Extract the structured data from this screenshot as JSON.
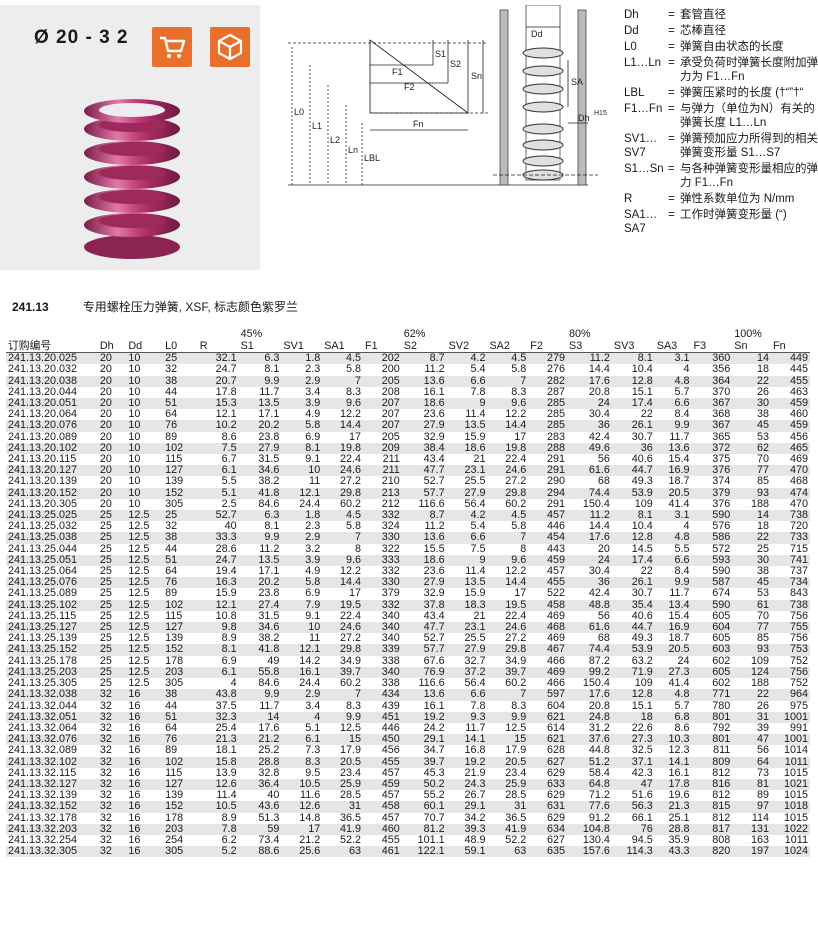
{
  "product": {
    "diameter_label": "Ø 20 - 3 2",
    "cart_icon": "shopping-cart-icon",
    "cube_icon": "cube-3d-icon",
    "spring_color": "#b8326e"
  },
  "drawing_labels": {
    "Dd": "Dd",
    "Dh": "Dh",
    "H15": "H15",
    "F1": "F1",
    "F2": "F2",
    "Fn": "Fn",
    "S1": "S1",
    "S2": "S2",
    "Sn": "Sn",
    "SA": "SA",
    "L0": "L0",
    "L1": "L1",
    "L2": "L2",
    "Ln": "Ln",
    "LBL": "LBL"
  },
  "legend": [
    {
      "sym": "Dh",
      "text": "套管直径"
    },
    {
      "sym": "Dd",
      "text": "芯棒直径"
    },
    {
      "sym": "L0",
      "text": "弹簧自由状态的长度"
    },
    {
      "sym": "L1…Ln",
      "text": "承受负荷时弹簧长度附加弹力为 F1…Fn"
    },
    {
      "sym": "LBL",
      "text": "弹簧压紧时的长度 (†“”†“"
    },
    {
      "sym": "F1…Fn",
      "text": "与弹力（单位为N）有关的弹簧长度 L1…Ln"
    },
    {
      "sym": "SV1…SV7",
      "text": "弹簧预加应力所得到的相关弹簧变形量 S1…S7"
    },
    {
      "sym": "S1…Sn",
      "text": "与各种弹簧变形量相应的弹力 F1…Fn"
    },
    {
      "sym": "R",
      "text": "弹性系数单位为 N/mm"
    },
    {
      "sym": "SA1…SA7",
      "text": "工作时弹簧变形量 (“)"
    }
  ],
  "caption": {
    "number": "241.13",
    "text": "专用螺栓压力弹簧, XSF, 标志颜色紫罗兰"
  },
  "table": {
    "percent_labels": [
      "45%",
      "62%",
      "80%",
      "100%"
    ],
    "headers": [
      "订购编号",
      "Dh",
      "Dd",
      "L0",
      "R",
      "S1",
      "SV1",
      "SA1",
      "F1",
      "S2",
      "SV2",
      "SA2",
      "F2",
      "S3",
      "SV3",
      "SA3",
      "F3",
      "Sn",
      "Fn"
    ],
    "rows": [
      [
        "241.13.20.025",
        "20",
        "10",
        "25",
        "32.1",
        "6.3",
        "1.8",
        "4.5",
        "202",
        "8.7",
        "4.2",
        "4.5",
        "279",
        "11.2",
        "8.1",
        "3.1",
        "360",
        "14",
        "449"
      ],
      [
        "241.13.20.032",
        "20",
        "10",
        "32",
        "24.7",
        "8.1",
        "2.3",
        "5.8",
        "200",
        "11.2",
        "5.4",
        "5.8",
        "276",
        "14.4",
        "10.4",
        "4",
        "356",
        "18",
        "445"
      ],
      [
        "241.13.20.038",
        "20",
        "10",
        "38",
        "20.7",
        "9.9",
        "2.9",
        "7",
        "205",
        "13.6",
        "6.6",
        "7",
        "282",
        "17.6",
        "12.8",
        "4.8",
        "364",
        "22",
        "455"
      ],
      [
        "241.13.20.044",
        "20",
        "10",
        "44",
        "17.8",
        "11.7",
        "3.4",
        "8.3",
        "208",
        "16.1",
        "7.8",
        "8.3",
        "287",
        "20.8",
        "15.1",
        "5.7",
        "370",
        "26",
        "463"
      ],
      [
        "241.13.20.051",
        "20",
        "10",
        "51",
        "15.3",
        "13.5",
        "3.9",
        "9.6",
        "207",
        "18.6",
        "9",
        "9.6",
        "285",
        "24",
        "17.4",
        "6.6",
        "367",
        "30",
        "459"
      ],
      [
        "241.13.20.064",
        "20",
        "10",
        "64",
        "12.1",
        "17.1",
        "4.9",
        "12.2",
        "207",
        "23.6",
        "11.4",
        "12.2",
        "285",
        "30.4",
        "22",
        "8.4",
        "368",
        "38",
        "460"
      ],
      [
        "241.13.20.076",
        "20",
        "10",
        "76",
        "10.2",
        "20.2",
        "5.8",
        "14.4",
        "207",
        "27.9",
        "13.5",
        "14.4",
        "285",
        "36",
        "26.1",
        "9.9",
        "367",
        "45",
        "459"
      ],
      [
        "241.13.20.089",
        "20",
        "10",
        "89",
        "8.6",
        "23.8",
        "6.9",
        "17",
        "205",
        "32.9",
        "15.9",
        "17",
        "283",
        "42.4",
        "30.7",
        "11.7",
        "365",
        "53",
        "456"
      ],
      [
        "241.13.20.102",
        "20",
        "10",
        "102",
        "7.5",
        "27.9",
        "8.1",
        "19.8",
        "209",
        "38.4",
        "18.6",
        "19.8",
        "288",
        "49.6",
        "36",
        "13.6",
        "372",
        "62",
        "465"
      ],
      [
        "241.13.20.115",
        "20",
        "10",
        "115",
        "6.7",
        "31.5",
        "9.1",
        "22.4",
        "211",
        "43.4",
        "21",
        "22.4",
        "291",
        "56",
        "40.6",
        "15.4",
        "375",
        "70",
        "469"
      ],
      [
        "241.13.20.127",
        "20",
        "10",
        "127",
        "6.1",
        "34.6",
        "10",
        "24.6",
        "211",
        "47.7",
        "23.1",
        "24.6",
        "291",
        "61.6",
        "44.7",
        "16.9",
        "376",
        "77",
        "470"
      ],
      [
        "241.13.20.139",
        "20",
        "10",
        "139",
        "5.5",
        "38.2",
        "11",
        "27.2",
        "210",
        "52.7",
        "25.5",
        "27.2",
        "290",
        "68",
        "49.3",
        "18.7",
        "374",
        "85",
        "468"
      ],
      [
        "241.13.20.152",
        "20",
        "10",
        "152",
        "5.1",
        "41.8",
        "12.1",
        "29.8",
        "213",
        "57.7",
        "27.9",
        "29.8",
        "294",
        "74.4",
        "53.9",
        "20.5",
        "379",
        "93",
        "474"
      ],
      [
        "241.13.20.305",
        "20",
        "10",
        "305",
        "2.5",
        "84.6",
        "24.4",
        "60.2",
        "212",
        "116.6",
        "56.4",
        "60.2",
        "291",
        "150.4",
        "109",
        "41.4",
        "376",
        "188",
        "470"
      ],
      [
        "241.13.25.025",
        "25",
        "12.5",
        "25",
        "52.7",
        "6.3",
        "1.8",
        "4.5",
        "332",
        "8.7",
        "4.2",
        "4.5",
        "457",
        "11.2",
        "8.1",
        "3.1",
        "590",
        "14",
        "738"
      ],
      [
        "241.13.25.032",
        "25",
        "12.5",
        "32",
        "40",
        "8.1",
        "2.3",
        "5.8",
        "324",
        "11.2",
        "5.4",
        "5.8",
        "446",
        "14.4",
        "10.4",
        "4",
        "576",
        "18",
        "720"
      ],
      [
        "241.13.25.038",
        "25",
        "12.5",
        "38",
        "33.3",
        "9.9",
        "2.9",
        "7",
        "330",
        "13.6",
        "6.6",
        "7",
        "454",
        "17.6",
        "12.8",
        "4.8",
        "586",
        "22",
        "733"
      ],
      [
        "241.13.25.044",
        "25",
        "12.5",
        "44",
        "28.6",
        "11.2",
        "3.2",
        "8",
        "322",
        "15.5",
        "7.5",
        "8",
        "443",
        "20",
        "14.5",
        "5.5",
        "572",
        "25",
        "715"
      ],
      [
        "241.13.25.051",
        "25",
        "12.5",
        "51",
        "24.7",
        "13.5",
        "3.9",
        "9.6",
        "333",
        "18.6",
        "9",
        "9.6",
        "459",
        "24",
        "17.4",
        "6.6",
        "593",
        "30",
        "741"
      ],
      [
        "241.13.25.064",
        "25",
        "12.5",
        "64",
        "19.4",
        "17.1",
        "4.9",
        "12.2",
        "332",
        "23.6",
        "11.4",
        "12.2",
        "457",
        "30.4",
        "22",
        "8.4",
        "590",
        "38",
        "737"
      ],
      [
        "241.13.25.076",
        "25",
        "12.5",
        "76",
        "16.3",
        "20.2",
        "5.8",
        "14.4",
        "330",
        "27.9",
        "13.5",
        "14.4",
        "455",
        "36",
        "26.1",
        "9.9",
        "587",
        "45",
        "734"
      ],
      [
        "241.13.25.089",
        "25",
        "12.5",
        "89",
        "15.9",
        "23.8",
        "6.9",
        "17",
        "379",
        "32.9",
        "15.9",
        "17",
        "522",
        "42.4",
        "30.7",
        "11.7",
        "674",
        "53",
        "843"
      ],
      [
        "241.13.25.102",
        "25",
        "12.5",
        "102",
        "12.1",
        "27.4",
        "7.9",
        "19.5",
        "332",
        "37.8",
        "18.3",
        "19.5",
        "458",
        "48.8",
        "35.4",
        "13.4",
        "590",
        "61",
        "738"
      ],
      [
        "241.13.25.115",
        "25",
        "12.5",
        "115",
        "10.8",
        "31.5",
        "9.1",
        "22.4",
        "340",
        "43.4",
        "21",
        "22.4",
        "469",
        "56",
        "40.6",
        "15.4",
        "605",
        "70",
        "756"
      ],
      [
        "241.13.25.127",
        "25",
        "12.5",
        "127",
        "9.8",
        "34.6",
        "10",
        "24.6",
        "340",
        "47.7",
        "23.1",
        "24.6",
        "468",
        "61.6",
        "44.7",
        "16.9",
        "604",
        "77",
        "755"
      ],
      [
        "241.13.25.139",
        "25",
        "12.5",
        "139",
        "8.9",
        "38.2",
        "11",
        "27.2",
        "340",
        "52.7",
        "25.5",
        "27.2",
        "469",
        "68",
        "49.3",
        "18.7",
        "605",
        "85",
        "756"
      ],
      [
        "241.13.25.152",
        "25",
        "12.5",
        "152",
        "8.1",
        "41.8",
        "12.1",
        "29.8",
        "339",
        "57.7",
        "27.9",
        "29.8",
        "467",
        "74.4",
        "53.9",
        "20.5",
        "603",
        "93",
        "753"
      ],
      [
        "241.13.25.178",
        "25",
        "12.5",
        "178",
        "6.9",
        "49",
        "14.2",
        "34.9",
        "338",
        "67.6",
        "32.7",
        "34.9",
        "466",
        "87.2",
        "63.2",
        "24",
        "602",
        "109",
        "752"
      ],
      [
        "241.13.25.203",
        "25",
        "12.5",
        "203",
        "6.1",
        "55.8",
        "16.1",
        "39.7",
        "340",
        "76.9",
        "37.2",
        "39.7",
        "469",
        "99.2",
        "71.9",
        "27.3",
        "605",
        "124",
        "756"
      ],
      [
        "241.13.25.305",
        "25",
        "12.5",
        "305",
        "4",
        "84.6",
        "24.4",
        "60.2",
        "338",
        "116.6",
        "56.4",
        "60.2",
        "466",
        "150.4",
        "109",
        "41.4",
        "602",
        "188",
        "752"
      ],
      [
        "241.13.32.038",
        "32",
        "16",
        "38",
        "43.8",
        "9.9",
        "2.9",
        "7",
        "434",
        "13.6",
        "6.6",
        "7",
        "597",
        "17.6",
        "12.8",
        "4.8",
        "771",
        "22",
        "964"
      ],
      [
        "241.13.32.044",
        "32",
        "16",
        "44",
        "37.5",
        "11.7",
        "3.4",
        "8.3",
        "439",
        "16.1",
        "7.8",
        "8.3",
        "604",
        "20.8",
        "15.1",
        "5.7",
        "780",
        "26",
        "975"
      ],
      [
        "241.13.32.051",
        "32",
        "16",
        "51",
        "32.3",
        "14",
        "4",
        "9.9",
        "451",
        "19.2",
        "9.3",
        "9.9",
        "621",
        "24.8",
        "18",
        "6.8",
        "801",
        "31",
        "1001"
      ],
      [
        "241.13.32.064",
        "32",
        "16",
        "64",
        "25.4",
        "17.6",
        "5.1",
        "12.5",
        "446",
        "24.2",
        "11.7",
        "12.5",
        "614",
        "31.2",
        "22.6",
        "8.6",
        "792",
        "39",
        "991"
      ],
      [
        "241.13.32.076",
        "32",
        "16",
        "76",
        "21.3",
        "21.2",
        "6.1",
        "15",
        "450",
        "29.1",
        "14.1",
        "15",
        "621",
        "37.6",
        "27.3",
        "10.3",
        "801",
        "47",
        "1001"
      ],
      [
        "241.13.32.089",
        "32",
        "16",
        "89",
        "18.1",
        "25.2",
        "7.3",
        "17.9",
        "456",
        "34.7",
        "16.8",
        "17.9",
        "628",
        "44.8",
        "32.5",
        "12.3",
        "811",
        "56",
        "1014"
      ],
      [
        "241.13.32.102",
        "32",
        "16",
        "102",
        "15.8",
        "28.8",
        "8.3",
        "20.5",
        "455",
        "39.7",
        "19.2",
        "20.5",
        "627",
        "51.2",
        "37.1",
        "14.1",
        "809",
        "64",
        "1011"
      ],
      [
        "241.13.32.115",
        "32",
        "16",
        "115",
        "13.9",
        "32.8",
        "9.5",
        "23.4",
        "457",
        "45.3",
        "21.9",
        "23.4",
        "629",
        "58.4",
        "42.3",
        "16.1",
        "812",
        "73",
        "1015"
      ],
      [
        "241.13.32.127",
        "32",
        "16",
        "127",
        "12.6",
        "36.4",
        "10.5",
        "25.9",
        "459",
        "50.2",
        "24.3",
        "25.9",
        "633",
        "64.8",
        "47",
        "17.8",
        "816",
        "81",
        "1021"
      ],
      [
        "241.13.32.139",
        "32",
        "16",
        "139",
        "11.4",
        "40",
        "11.6",
        "28.5",
        "457",
        "55.2",
        "26.7",
        "28.5",
        "629",
        "71.2",
        "51.6",
        "19.6",
        "812",
        "89",
        "1015"
      ],
      [
        "241.13.32.152",
        "32",
        "16",
        "152",
        "10.5",
        "43.6",
        "12.6",
        "31",
        "458",
        "60.1",
        "29.1",
        "31",
        "631",
        "77.6",
        "56.3",
        "21.3",
        "815",
        "97",
        "1018"
      ],
      [
        "241.13.32.178",
        "32",
        "16",
        "178",
        "8.9",
        "51.3",
        "14.8",
        "36.5",
        "457",
        "70.7",
        "34.2",
        "36.5",
        "629",
        "91.2",
        "66.1",
        "25.1",
        "812",
        "114",
        "1015"
      ],
      [
        "241.13.32.203",
        "32",
        "16",
        "203",
        "7.8",
        "59",
        "17",
        "41.9",
        "460",
        "81.2",
        "39.3",
        "41.9",
        "634",
        "104.8",
        "76",
        "28.8",
        "817",
        "131",
        "1022"
      ],
      [
        "241.13.32.254",
        "32",
        "16",
        "254",
        "6.2",
        "73.4",
        "21.2",
        "52.2",
        "455",
        "101.1",
        "48.9",
        "52.2",
        "627",
        "130.4",
        "94.5",
        "35.9",
        "808",
        "163",
        "1011"
      ],
      [
        "241.13.32.305",
        "32",
        "16",
        "305",
        "5.2",
        "88.6",
        "25.6",
        "63",
        "461",
        "122.1",
        "59.1",
        "63",
        "635",
        "157.6",
        "114.3",
        "43.3",
        "820",
        "197",
        "1024"
      ]
    ]
  }
}
